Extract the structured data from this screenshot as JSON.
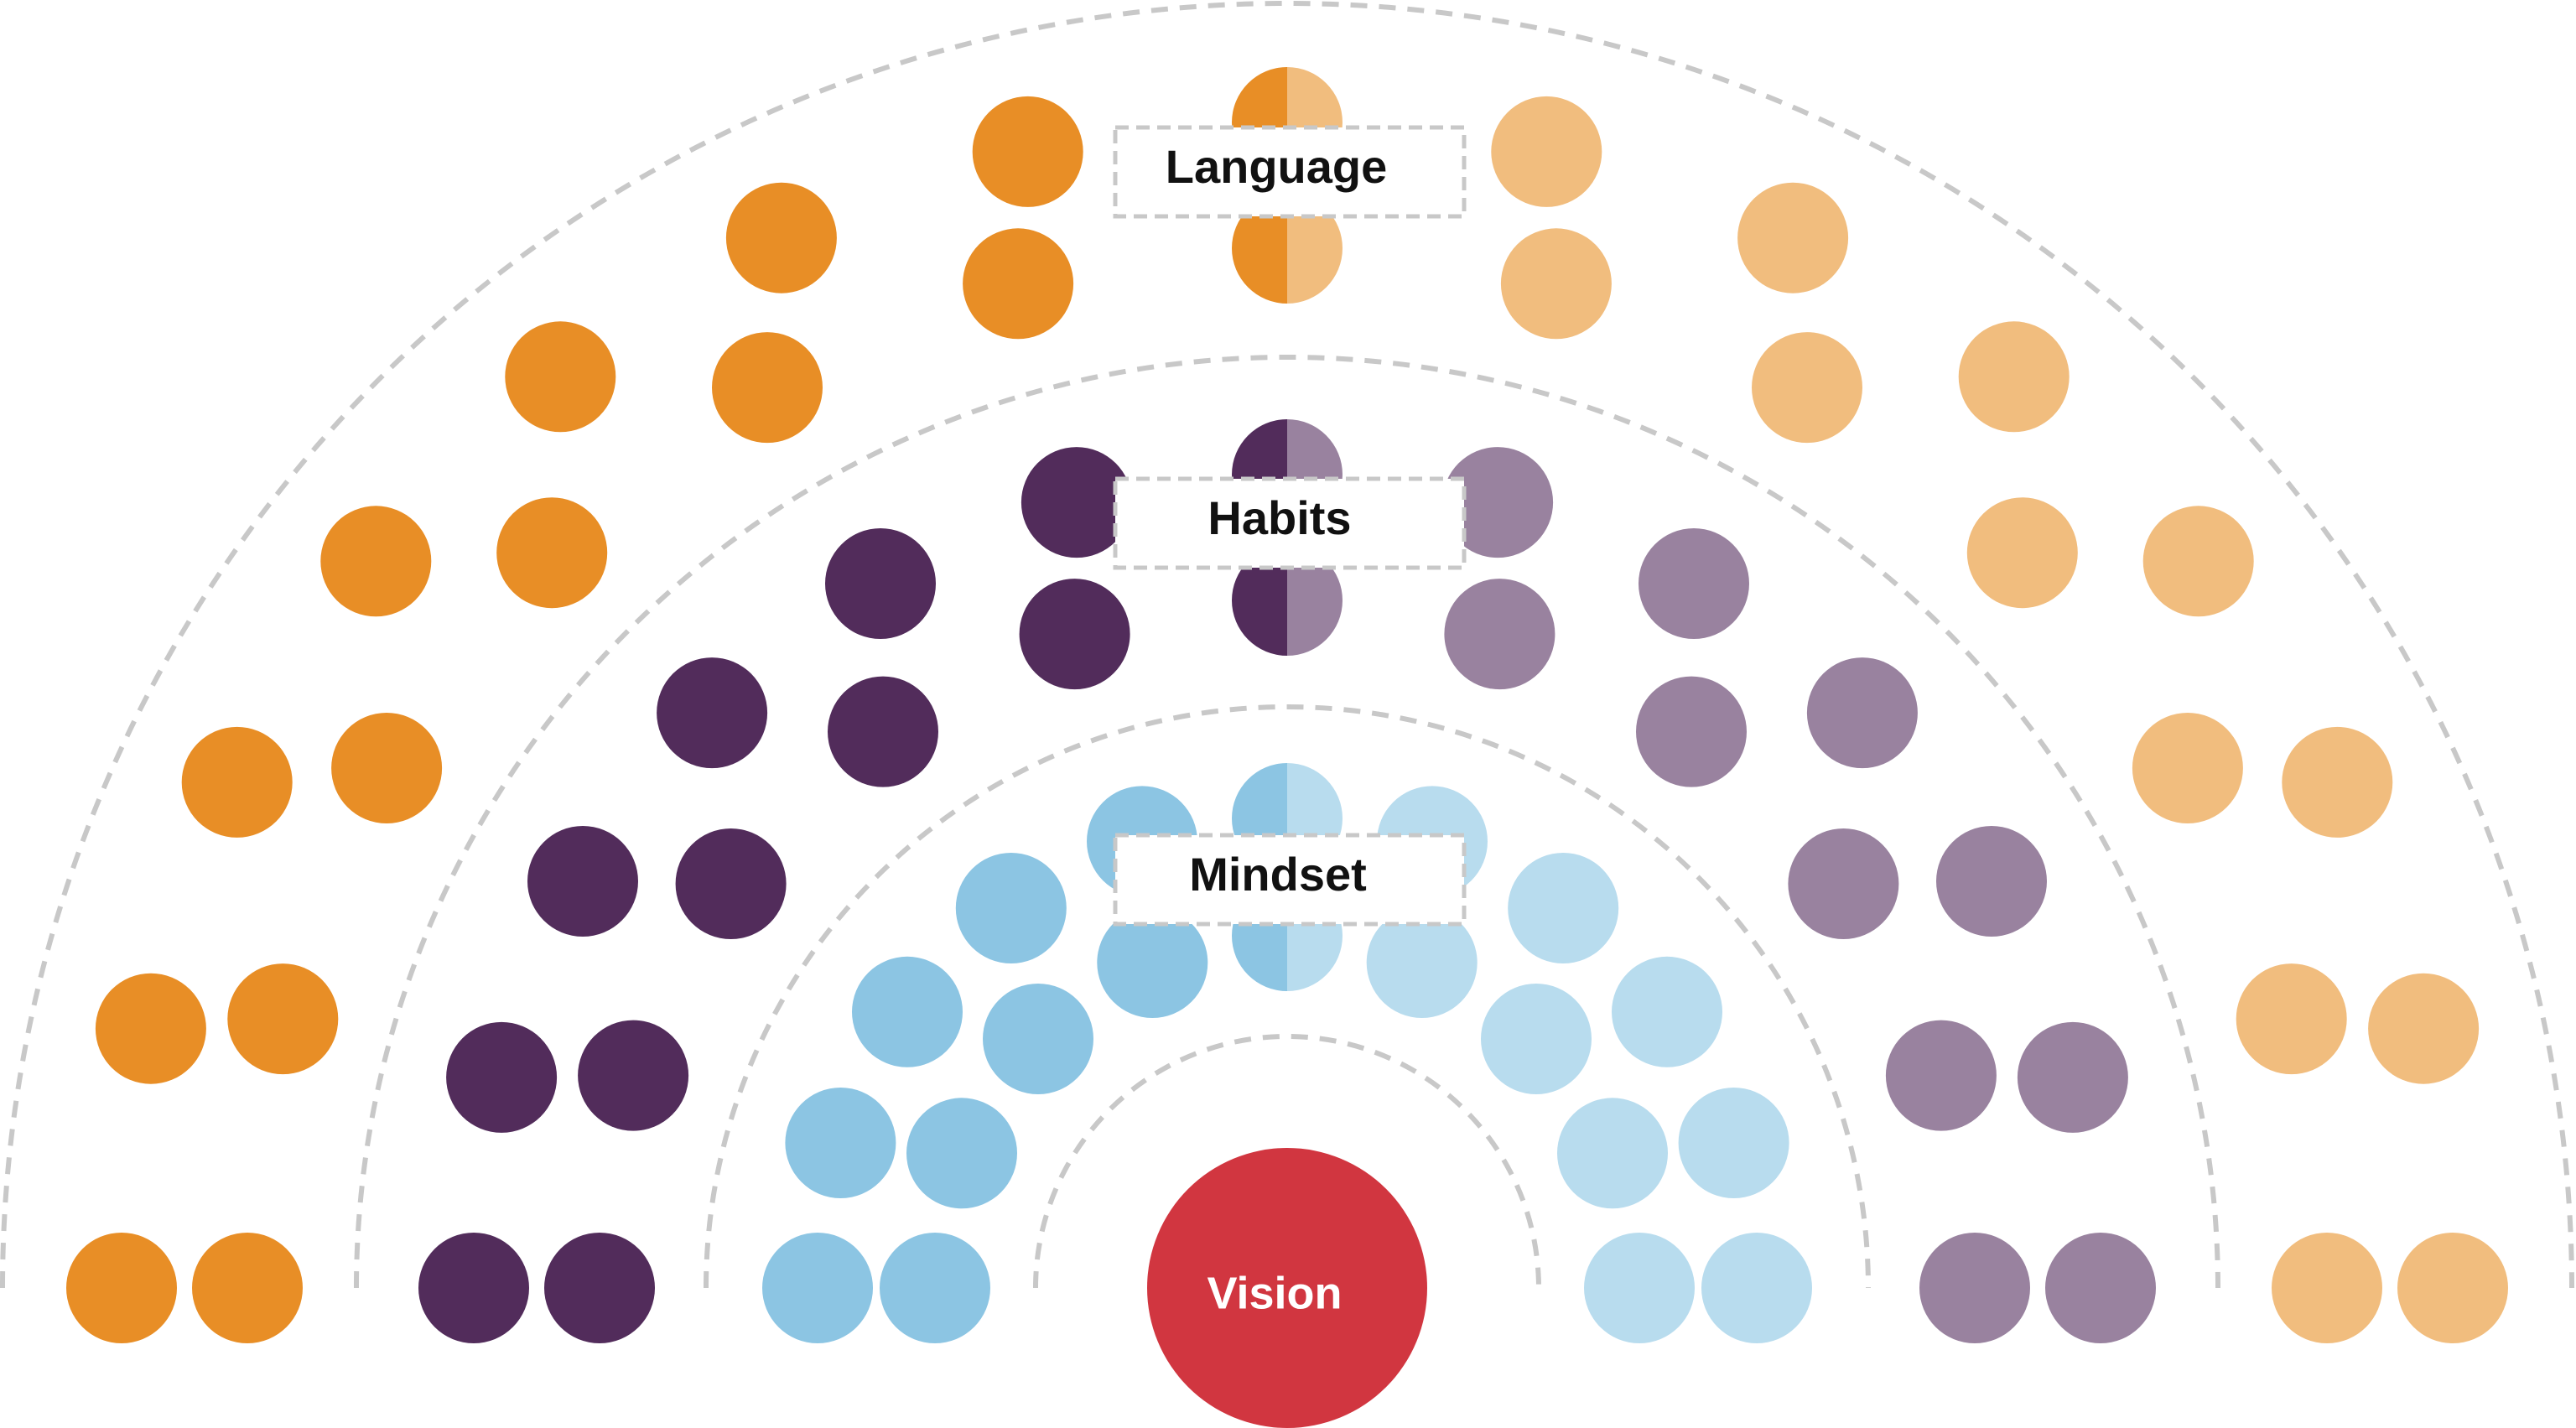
{
  "center": {
    "label": "Vision",
    "color": "#d13640"
  },
  "rings": [
    {
      "key": "mindset",
      "label": "Mindset",
      "rows": [
        2,
        2,
        2,
        2,
        2,
        2,
        2,
        2
      ],
      "color_left": "#8cc5e3",
      "color_right": "#b8dcee"
    },
    {
      "key": "habits",
      "label": "Habits",
      "rows": [
        2,
        2,
        2,
        2,
        2,
        2,
        2,
        2,
        2,
        2
      ],
      "color_left": "#522c5b",
      "color_right": "#99829f"
    },
    {
      "key": "language",
      "label": "Language",
      "rows": [
        2,
        2,
        2,
        2,
        2,
        2,
        2,
        2,
        2,
        2,
        2,
        2
      ],
      "color_left": "#e88e26",
      "color_right": "#f1bd7e"
    }
  ],
  "guide_color": "#c8c8c8",
  "label_box_border_color": "#c8c8c8"
}
